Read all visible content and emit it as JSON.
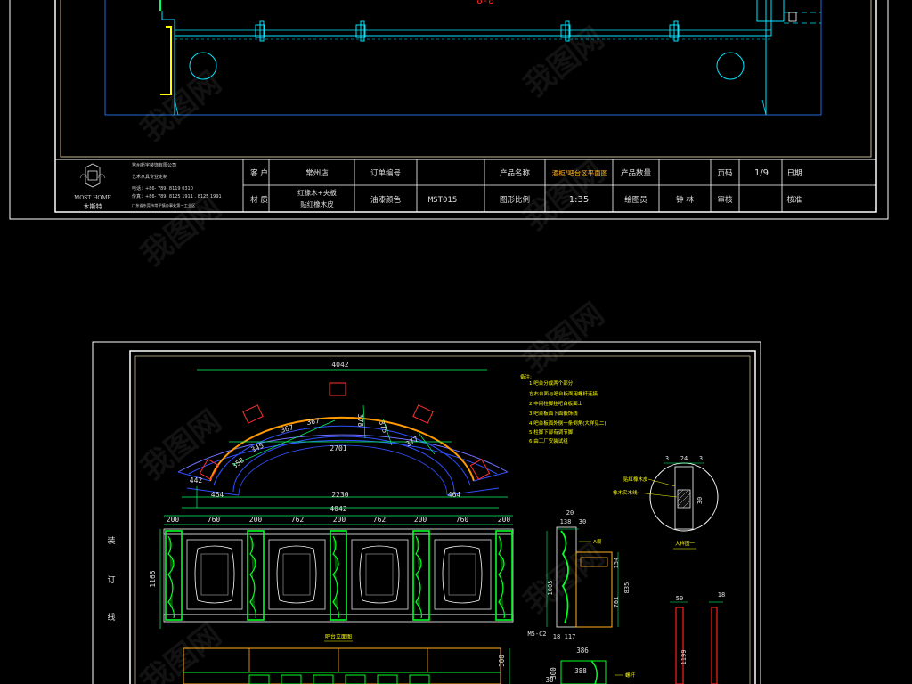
{
  "sheet1": {
    "stamp": "8-8",
    "company_name": "常州新宇装饰有限公司",
    "company_sub": "艺术家具专业定制",
    "logo_text": "MOST HOME",
    "logo_cn": "木斯特",
    "tel_line": "电话：+86- 789- 8119 0310",
    "fax_line": "传真：+86- 789- 8125 1911 . 8125 1991",
    "addr_line": "广东省东莞市常平镇办事处第一工业区",
    "customer_label": "客 户",
    "customer_value": "常州店",
    "order_label": "订单编号",
    "product_label": "产品名称",
    "product_value": "酒柜/吧台区平面图",
    "qty_label": "产品数量",
    "page_label": "页码",
    "page_value": "1/9",
    "date_label": "日期",
    "material_label": "材 质",
    "material_value1": "红橡木+夹板",
    "material_value2": "贴红橡木皮",
    "paint_label": "油漆颜色",
    "paint_value": "MST015",
    "scale_label": "图形比例",
    "scale_value": "1:35",
    "drawer_label": "绘图员",
    "drawer_value": "钟 林",
    "review_label": "审核",
    "approve_label": "核准"
  },
  "sheet2": {
    "binding_line": [
      "装",
      "订",
      "线"
    ],
    "notes_title": "备注:",
    "notes": [
      "1.吧台分成两个部分",
      "  左右台面与吧台板面用螺杆连接",
      "2.中间柱脚挂吧台板面上",
      "3.吧台板面下面嵌饰线",
      "4.吧台板面外侧一条倒角(大样见二)",
      "5.柱脚下部有调节脚",
      "6.由工厂安装试组"
    ],
    "arc_dims": {
      "overall": "4042",
      "chord": "2701",
      "r1": "345",
      "r2": "367",
      "r3": "378",
      "r4": "375",
      "r5": "377",
      "r6": "358",
      "left_end": "442",
      "left_base": "464",
      "right_base": "464",
      "bottom": "2230"
    },
    "elev_top_dims": [
      "200",
      "760",
      "200",
      "762",
      "200",
      "762",
      "200",
      "760",
      "200"
    ],
    "elev_total": "4042",
    "elev_height": "1165",
    "elev_caption": "吧台立面图",
    "side_dims": {
      "top1": "20",
      "top2": "138",
      "top3": "30",
      "h1": "1005",
      "h2": "701",
      "h3": "835",
      "d1": "154",
      "code": "M5-C2",
      "b1": "18",
      "b2": "117",
      "label_a": "A视"
    },
    "detail": {
      "dims": [
        "3",
        "24",
        "3"
      ],
      "h": "30",
      "lab1": "贴红橡木皮",
      "lab2": "橡木实木线",
      "caption": "大样图一"
    },
    "plank": {
      "w": "50",
      "t": "18",
      "h": "1199"
    },
    "lower": {
      "d1": "386",
      "d2": "300",
      "d3": "300",
      "d4": "388",
      "d5": "30",
      "label": "螺杆"
    }
  },
  "watermark": "我图网",
  "colors": {
    "frame": "#ffffff",
    "cyan": "#00e5ff",
    "green": "#00ff00",
    "yellow": "#ffff00",
    "blue": "#3050ff",
    "red": "#ff2020",
    "orange": "#ff9a00"
  }
}
